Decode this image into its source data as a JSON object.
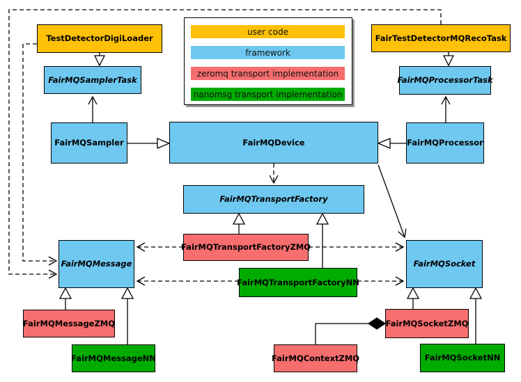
{
  "legend": {
    "items": [
      {
        "label": "user code",
        "color": "#FFC107"
      },
      {
        "label": "framework",
        "color": "#6FC8F0"
      },
      {
        "label": "zeromq transport implementation",
        "color": "#F76E6E"
      },
      {
        "label": "nanomsg transport implementation",
        "color": "#00AC00"
      }
    ]
  },
  "nodes": {
    "testDetectorDigiLoader": {
      "label": "TestDetectorDigiLoader",
      "category": "user code",
      "abstract": false
    },
    "fairTestDetectorMQRecoTask": {
      "label": "FairTestDetectorMQRecoTask",
      "category": "user code",
      "abstract": false
    },
    "fairMQSamplerTask": {
      "label": "FairMQSamplerTask",
      "category": "framework",
      "abstract": true
    },
    "fairMQProcessorTask": {
      "label": "FairMQProcessorTask",
      "category": "framework",
      "abstract": true
    },
    "fairMQSampler": {
      "label": "FairMQSampler",
      "category": "framework",
      "abstract": false
    },
    "fairMQDevice": {
      "label": "FairMQDevice",
      "category": "framework",
      "abstract": false
    },
    "fairMQProcessor": {
      "label": "FairMQProcessor",
      "category": "framework",
      "abstract": false
    },
    "fairMQTransportFactory": {
      "label": "FairMQTransportFactory",
      "category": "framework",
      "abstract": true
    },
    "fairMQTransportFactoryZMQ": {
      "label": "FairMQTransportFactoryZMQ",
      "category": "zeromq transport implementation",
      "abstract": false
    },
    "fairMQTransportFactoryNN": {
      "label": "FairMQTransportFactoryNN",
      "category": "nanomsg transport implementation",
      "abstract": false
    },
    "fairMQMessage": {
      "label": "FairMQMessage",
      "category": "framework",
      "abstract": true
    },
    "fairMQSocket": {
      "label": "FairMQSocket",
      "category": "framework",
      "abstract": true
    },
    "fairMQMessageZMQ": {
      "label": "FairMQMessageZMQ",
      "category": "zeromq transport implementation",
      "abstract": false
    },
    "fairMQMessageNN": {
      "label": "FairMQMessageNN",
      "category": "nanomsg transport implementation",
      "abstract": false
    },
    "fairMQContextZMQ": {
      "label": "FairMQContextZMQ",
      "category": "zeromq transport implementation",
      "abstract": false
    },
    "fairMQSocketZMQ": {
      "label": "FairMQSocketZMQ",
      "category": "zeromq transport implementation",
      "abstract": false
    },
    "fairMQSocketNN": {
      "label": "FairMQSocketNN",
      "category": "nanomsg transport implementation",
      "abstract": false
    }
  },
  "relationships": [
    {
      "from": "TestDetectorDigiLoader",
      "to": "FairMQSamplerTask",
      "type": "inheritance"
    },
    {
      "from": "FairTestDetectorMQRecoTask",
      "to": "FairMQProcessorTask",
      "type": "inheritance"
    },
    {
      "from": "FairMQSampler",
      "to": "FairMQDevice",
      "type": "inheritance"
    },
    {
      "from": "FairMQProcessor",
      "to": "FairMQDevice",
      "type": "inheritance"
    },
    {
      "from": "FairMQTransportFactoryZMQ",
      "to": "FairMQTransportFactory",
      "type": "inheritance"
    },
    {
      "from": "FairMQTransportFactoryNN",
      "to": "FairMQTransportFactory",
      "type": "inheritance"
    },
    {
      "from": "FairMQMessageZMQ",
      "to": "FairMQMessage",
      "type": "inheritance"
    },
    {
      "from": "FairMQMessageNN",
      "to": "FairMQMessage",
      "type": "inheritance"
    },
    {
      "from": "FairMQSocketZMQ",
      "to": "FairMQSocket",
      "type": "inheritance"
    },
    {
      "from": "FairMQSocketNN",
      "to": "FairMQSocket",
      "type": "inheritance"
    },
    {
      "from": "FairMQSampler",
      "to": "FairMQSamplerTask",
      "type": "association"
    },
    {
      "from": "FairMQProcessor",
      "to": "FairMQProcessorTask",
      "type": "association"
    },
    {
      "from": "FairMQDevice",
      "to": "FairMQSocket",
      "type": "association"
    },
    {
      "from": "FairMQDevice",
      "to": "FairMQTransportFactory",
      "type": "dependency"
    },
    {
      "from": "FairMQTransportFactoryZMQ",
      "to": "FairMQMessage",
      "type": "dependency"
    },
    {
      "from": "FairMQTransportFactoryZMQ",
      "to": "FairMQSocket",
      "type": "dependency"
    },
    {
      "from": "FairMQTransportFactoryNN",
      "to": "FairMQMessage",
      "type": "dependency"
    },
    {
      "from": "FairMQTransportFactoryNN",
      "to": "FairMQSocket",
      "type": "dependency"
    },
    {
      "from": "TestDetectorDigiLoader",
      "to": "FairMQMessage",
      "type": "dependency"
    },
    {
      "from": "FairTestDetectorMQRecoTask",
      "to": "FairMQMessage",
      "type": "dependency"
    },
    {
      "from": "FairMQSocketZMQ",
      "to": "FairMQContextZMQ",
      "type": "composition"
    }
  ]
}
